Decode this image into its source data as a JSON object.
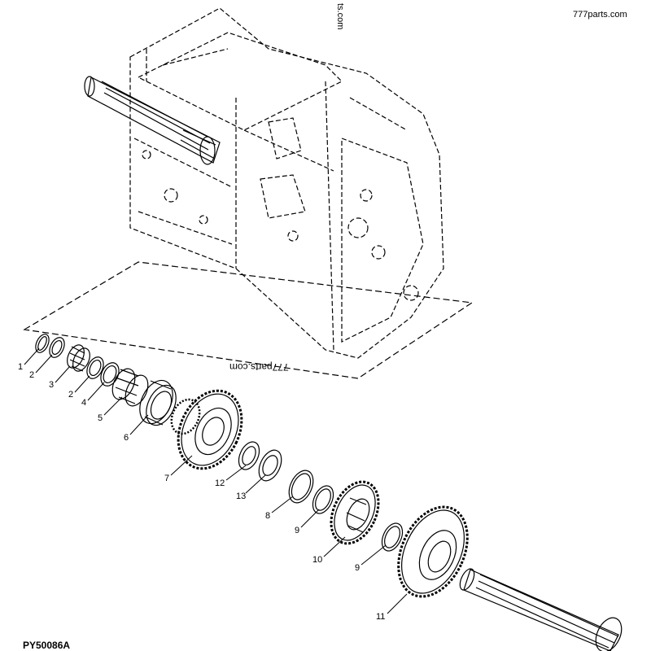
{
  "watermark_top": "777parts.com",
  "watermark_side": "ts.com",
  "watermark_center": "777parts.com",
  "figure_id": "PY50086A",
  "callouts": [
    "1",
    "2",
    "3",
    "2",
    "4",
    "5",
    "6",
    "7",
    "12",
    "13",
    "8",
    "9",
    "10",
    "9",
    "11"
  ]
}
